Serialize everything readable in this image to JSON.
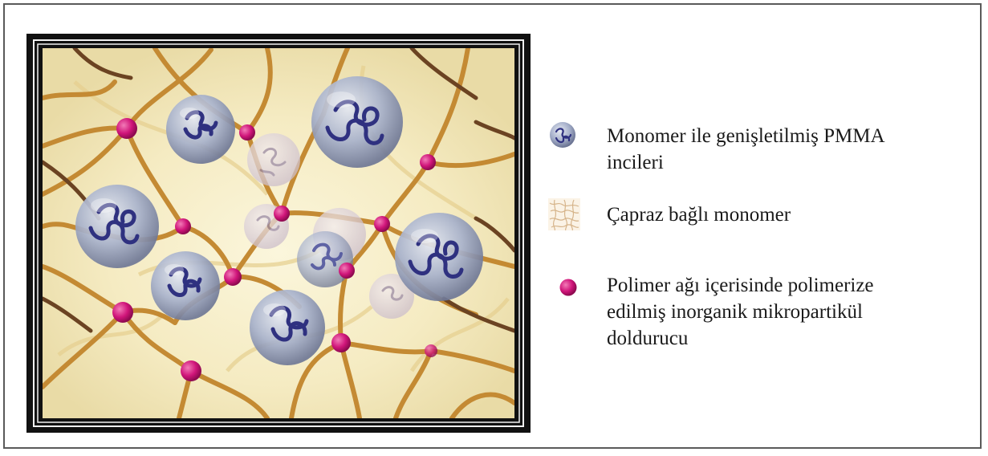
{
  "legend": {
    "items": [
      {
        "icon": "pmma-bead-icon",
        "text": "Monomer ile genişletilmiş PMMA\nincileri"
      },
      {
        "icon": "crosslinked-monomer-icon",
        "text": "Çapraz bağlı monomer"
      },
      {
        "icon": "filler-particle-icon",
        "text": "Polimer ağı içerisinde polimerize\nedilmiş inorganik mikropartikül\ndoldurucu"
      }
    ]
  },
  "colors": {
    "frame": "#5a5a5a",
    "background": "#f5ebc0",
    "fiber": "#c8913a",
    "bead": "#9aa6c4",
    "coil": "#2c2e7a",
    "particle": "#c8106e"
  }
}
